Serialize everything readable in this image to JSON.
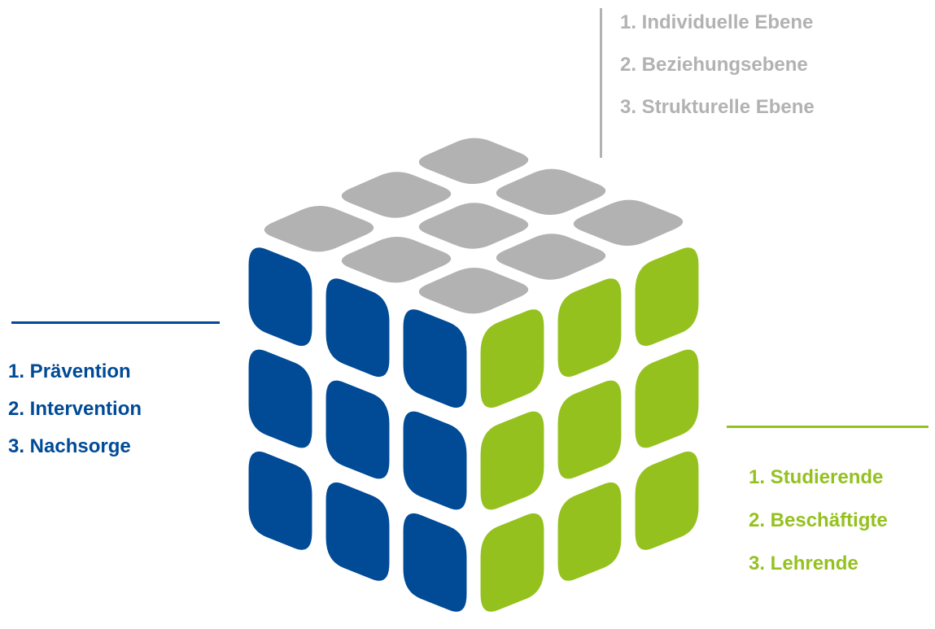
{
  "colors": {
    "blue": "#004a96",
    "green": "#95c11f",
    "gray": "#b2b2b2"
  },
  "cube": {
    "top_color": "gray",
    "left_color": "blue",
    "right_color": "green",
    "grid": 3
  },
  "legends": {
    "top": [
      "1. Individuelle Ebene",
      "2. Beziehungsebene",
      "3. Strukturelle Ebene"
    ],
    "left": [
      "1. Prävention",
      "2. Intervention",
      "3. Nachsorge"
    ],
    "right": [
      "1. Studierende",
      "2. Beschäftigte",
      "3. Lehrende"
    ]
  }
}
